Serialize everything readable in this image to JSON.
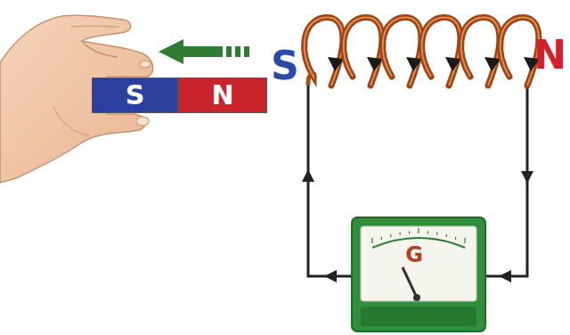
{
  "diagram": {
    "nodes": [
      {
        "text": [
          "S"
        ]
      },
      {
        "text": [
          "N"
        ]
      },
      {
        "text": [
          "G"
        ]
      }
    ],
    "labels": [
      "S",
      "N"
    ]
  }
}
